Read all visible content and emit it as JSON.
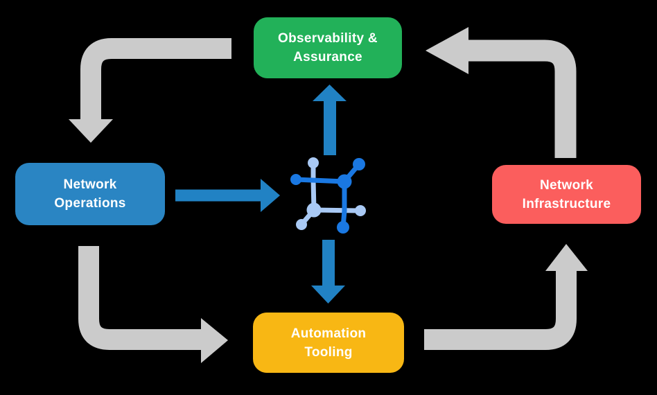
{
  "diagram": {
    "name": "network-automation-cycle",
    "background": "#000000",
    "nodes": {
      "observability": {
        "line1": "Observability &",
        "line2": "Assurance",
        "color": "#22b159"
      },
      "operations": {
        "line1": "Network",
        "line2": "Operations",
        "color": "#2a85c3"
      },
      "infrastructure": {
        "line1": "Network",
        "line2": "Infrastructure",
        "color": "#fb5e5d"
      },
      "automation": {
        "line1": "Automation",
        "line2": "Tooling",
        "color": "#f8b714"
      }
    },
    "colors": {
      "cycle_arrow": "#cbcbcb",
      "flow_arrow": "#2182c4",
      "icon_dark": "#1a78e2",
      "icon_light": "#a9c9f4",
      "node_text": "#ffffff"
    },
    "icons": {
      "center": "network-mesh-icon"
    },
    "cycle": [
      "observability -> operations",
      "operations -> automation",
      "automation -> infrastructure",
      "infrastructure -> observability"
    ],
    "flows": [
      "operations -> center-icon",
      "center-icon -> observability",
      "center-icon -> automation"
    ]
  }
}
